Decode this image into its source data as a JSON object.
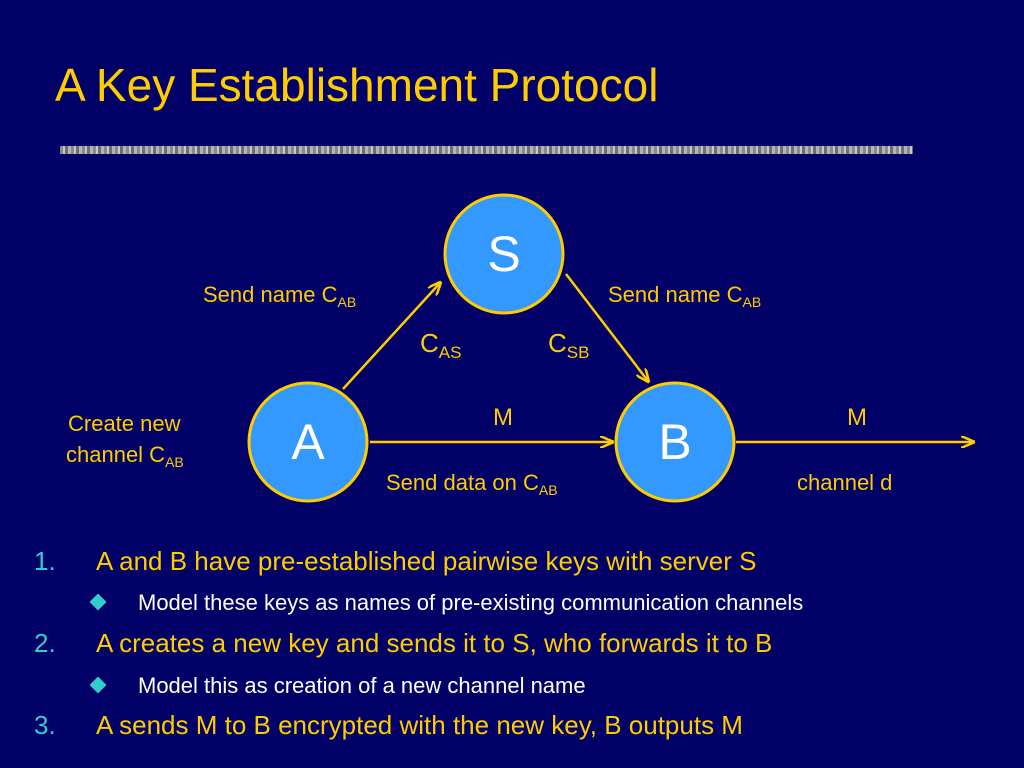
{
  "slide": {
    "title": "A Key Establishment Protocol"
  },
  "nodes": {
    "s": "S",
    "a": "A",
    "b": "B"
  },
  "labels": {
    "send_name_left": {
      "text": "Send name C",
      "sub": "AB"
    },
    "send_name_right": {
      "text": "Send name C",
      "sub": "AB"
    },
    "cas": {
      "text": "C",
      "sub": "AS"
    },
    "csb": {
      "text": "C",
      "sub": "SB"
    },
    "m_ab": "M",
    "m_out": "M",
    "create_line1": "Create new",
    "create_line2": {
      "text": "channel C",
      "sub": "AB"
    },
    "send_data": {
      "text": "Send data on C",
      "sub": "AB"
    },
    "channel_d": "channel d"
  },
  "list": {
    "item1": {
      "num": "1.",
      "text": "A and B have pre-established pairwise keys with server S"
    },
    "item1_sub": "Model these keys as names of pre-existing communication channels",
    "item2": {
      "num": "2.",
      "text": "A creates a new key and sends it to S, who forwards it to B"
    },
    "item2_sub": "Model this as creation of a new channel name",
    "item3": {
      "num": "3.",
      "text": "A sends M to B encrypted with the new key, B outputs M"
    }
  },
  "colors": {
    "background": "#000066",
    "accent": "#ffcc00",
    "node_fill": "#3399ff",
    "number": "#33cccc"
  }
}
